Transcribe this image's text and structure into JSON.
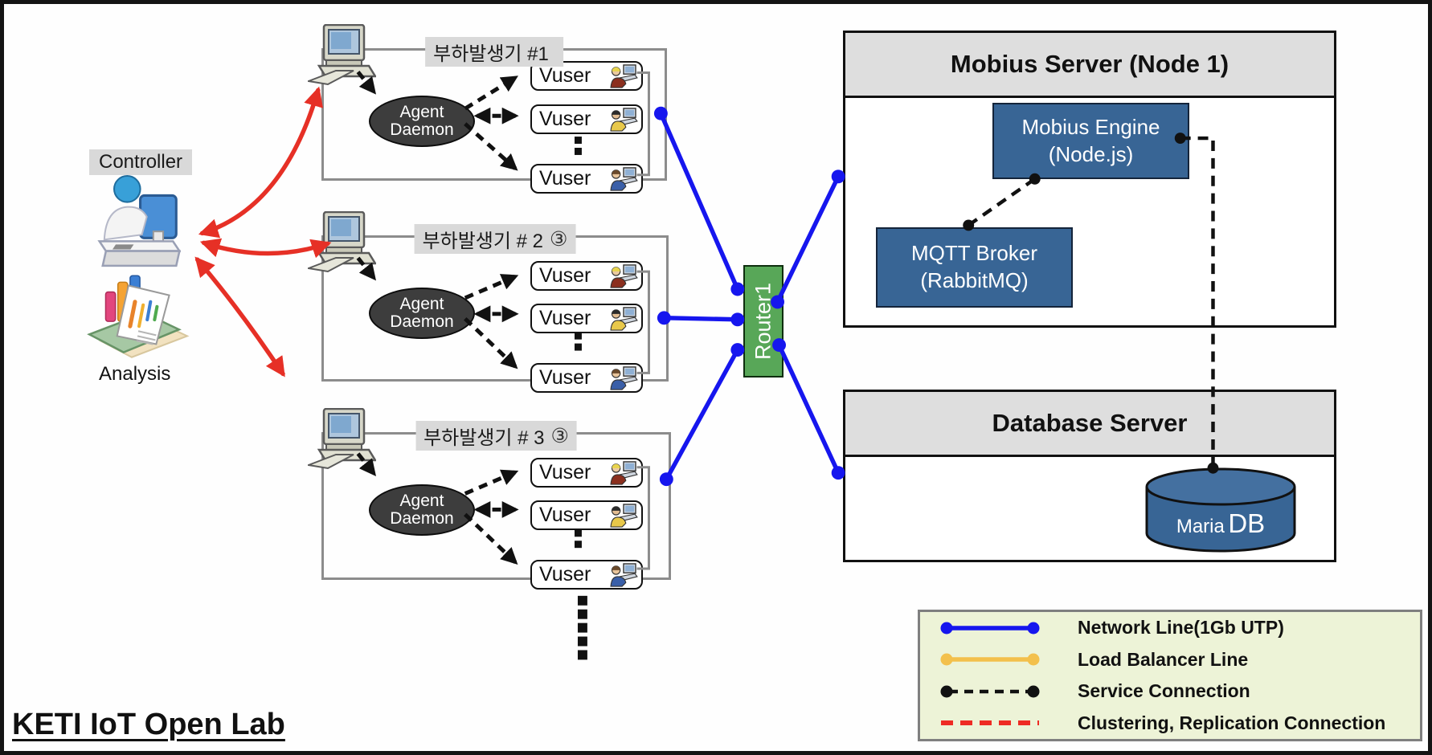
{
  "footer": "KETI IoT Open Lab",
  "controller": {
    "label": "Controller",
    "analysis_label": "Analysis"
  },
  "labels": {
    "vuser": "Vuser",
    "agent_line1": "Agent",
    "agent_line2": "Daemon"
  },
  "load_generators": [
    {
      "title": "부하발생기 #1",
      "badge": ""
    },
    {
      "title": "부하발생기 # 2",
      "badge": "③"
    },
    {
      "title": "부하발생기 # 3",
      "badge": "③"
    }
  ],
  "router": {
    "label": "Router1"
  },
  "mobius_server": {
    "title": "Mobius Server (Node 1)",
    "engine_line1": "Mobius Engine",
    "engine_line2": "(Node.js)",
    "broker_line1": "MQTT Broker",
    "broker_line2": "(RabbitMQ)"
  },
  "database_server": {
    "title": "Database Server",
    "db_label_small": "Maria",
    "db_label_large": "DB"
  },
  "legend": {
    "items": [
      {
        "label": "Network Line(1Gb UTP)",
        "color": "#1616ee",
        "line_style": "solid",
        "endpoints": true
      },
      {
        "label": "Load Balancer Line",
        "color": "#f3c04c",
        "line_style": "solid",
        "endpoints": true
      },
      {
        "label": "Service Connection",
        "color": "#111111",
        "line_style": "dashed",
        "endpoints": true
      },
      {
        "label": "Clustering, Replication Connection",
        "color": "#ee2b24",
        "line_style": "dashed",
        "endpoints": false
      }
    ]
  },
  "colors": {
    "network_line": "#1616ee",
    "control_arrow": "#e63026",
    "service_line": "#111111",
    "node_box_blue": "#386595",
    "router_green": "#58a758",
    "header_gray": "#dedede",
    "legend_bg": "#edf3d7"
  }
}
